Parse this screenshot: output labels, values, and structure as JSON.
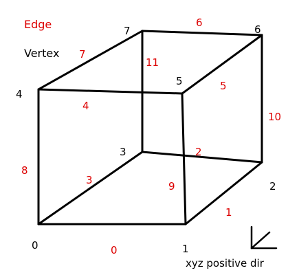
{
  "legend": {
    "edge_title": "Edge",
    "vertex_title": "Vertex"
  },
  "vertices": [
    {
      "id": "0",
      "label": "0"
    },
    {
      "id": "1",
      "label": "1"
    },
    {
      "id": "2",
      "label": "2"
    },
    {
      "id": "3",
      "label": "3"
    },
    {
      "id": "4",
      "label": "4"
    },
    {
      "id": "5",
      "label": "5"
    },
    {
      "id": "6",
      "label": "6"
    },
    {
      "id": "7",
      "label": "7"
    }
  ],
  "edges": [
    {
      "id": "0",
      "label": "0",
      "from": "0",
      "to": "1"
    },
    {
      "id": "1",
      "label": "1",
      "from": "1",
      "to": "2"
    },
    {
      "id": "2",
      "label": "2",
      "from": "2",
      "to": "3"
    },
    {
      "id": "3",
      "label": "3",
      "from": "3",
      "to": "0"
    },
    {
      "id": "4",
      "label": "4",
      "from": "4",
      "to": "5"
    },
    {
      "id": "5",
      "label": "5",
      "from": "5",
      "to": "6"
    },
    {
      "id": "6",
      "label": "6",
      "from": "6",
      "to": "7"
    },
    {
      "id": "7",
      "label": "7",
      "from": "7",
      "to": "4"
    },
    {
      "id": "8",
      "label": "8",
      "from": "0",
      "to": "4"
    },
    {
      "id": "9",
      "label": "9",
      "from": "1",
      "to": "5"
    },
    {
      "id": "10",
      "label": "10",
      "from": "2",
      "to": "6"
    },
    {
      "id": "11",
      "label": "11",
      "from": "3",
      "to": "7"
    }
  ],
  "axis": {
    "label": "xyz positive dir"
  },
  "colors": {
    "edge_label": "#dd0000",
    "vertex_label": "#000000",
    "lines": "#000000",
    "background": "#ffffff"
  }
}
